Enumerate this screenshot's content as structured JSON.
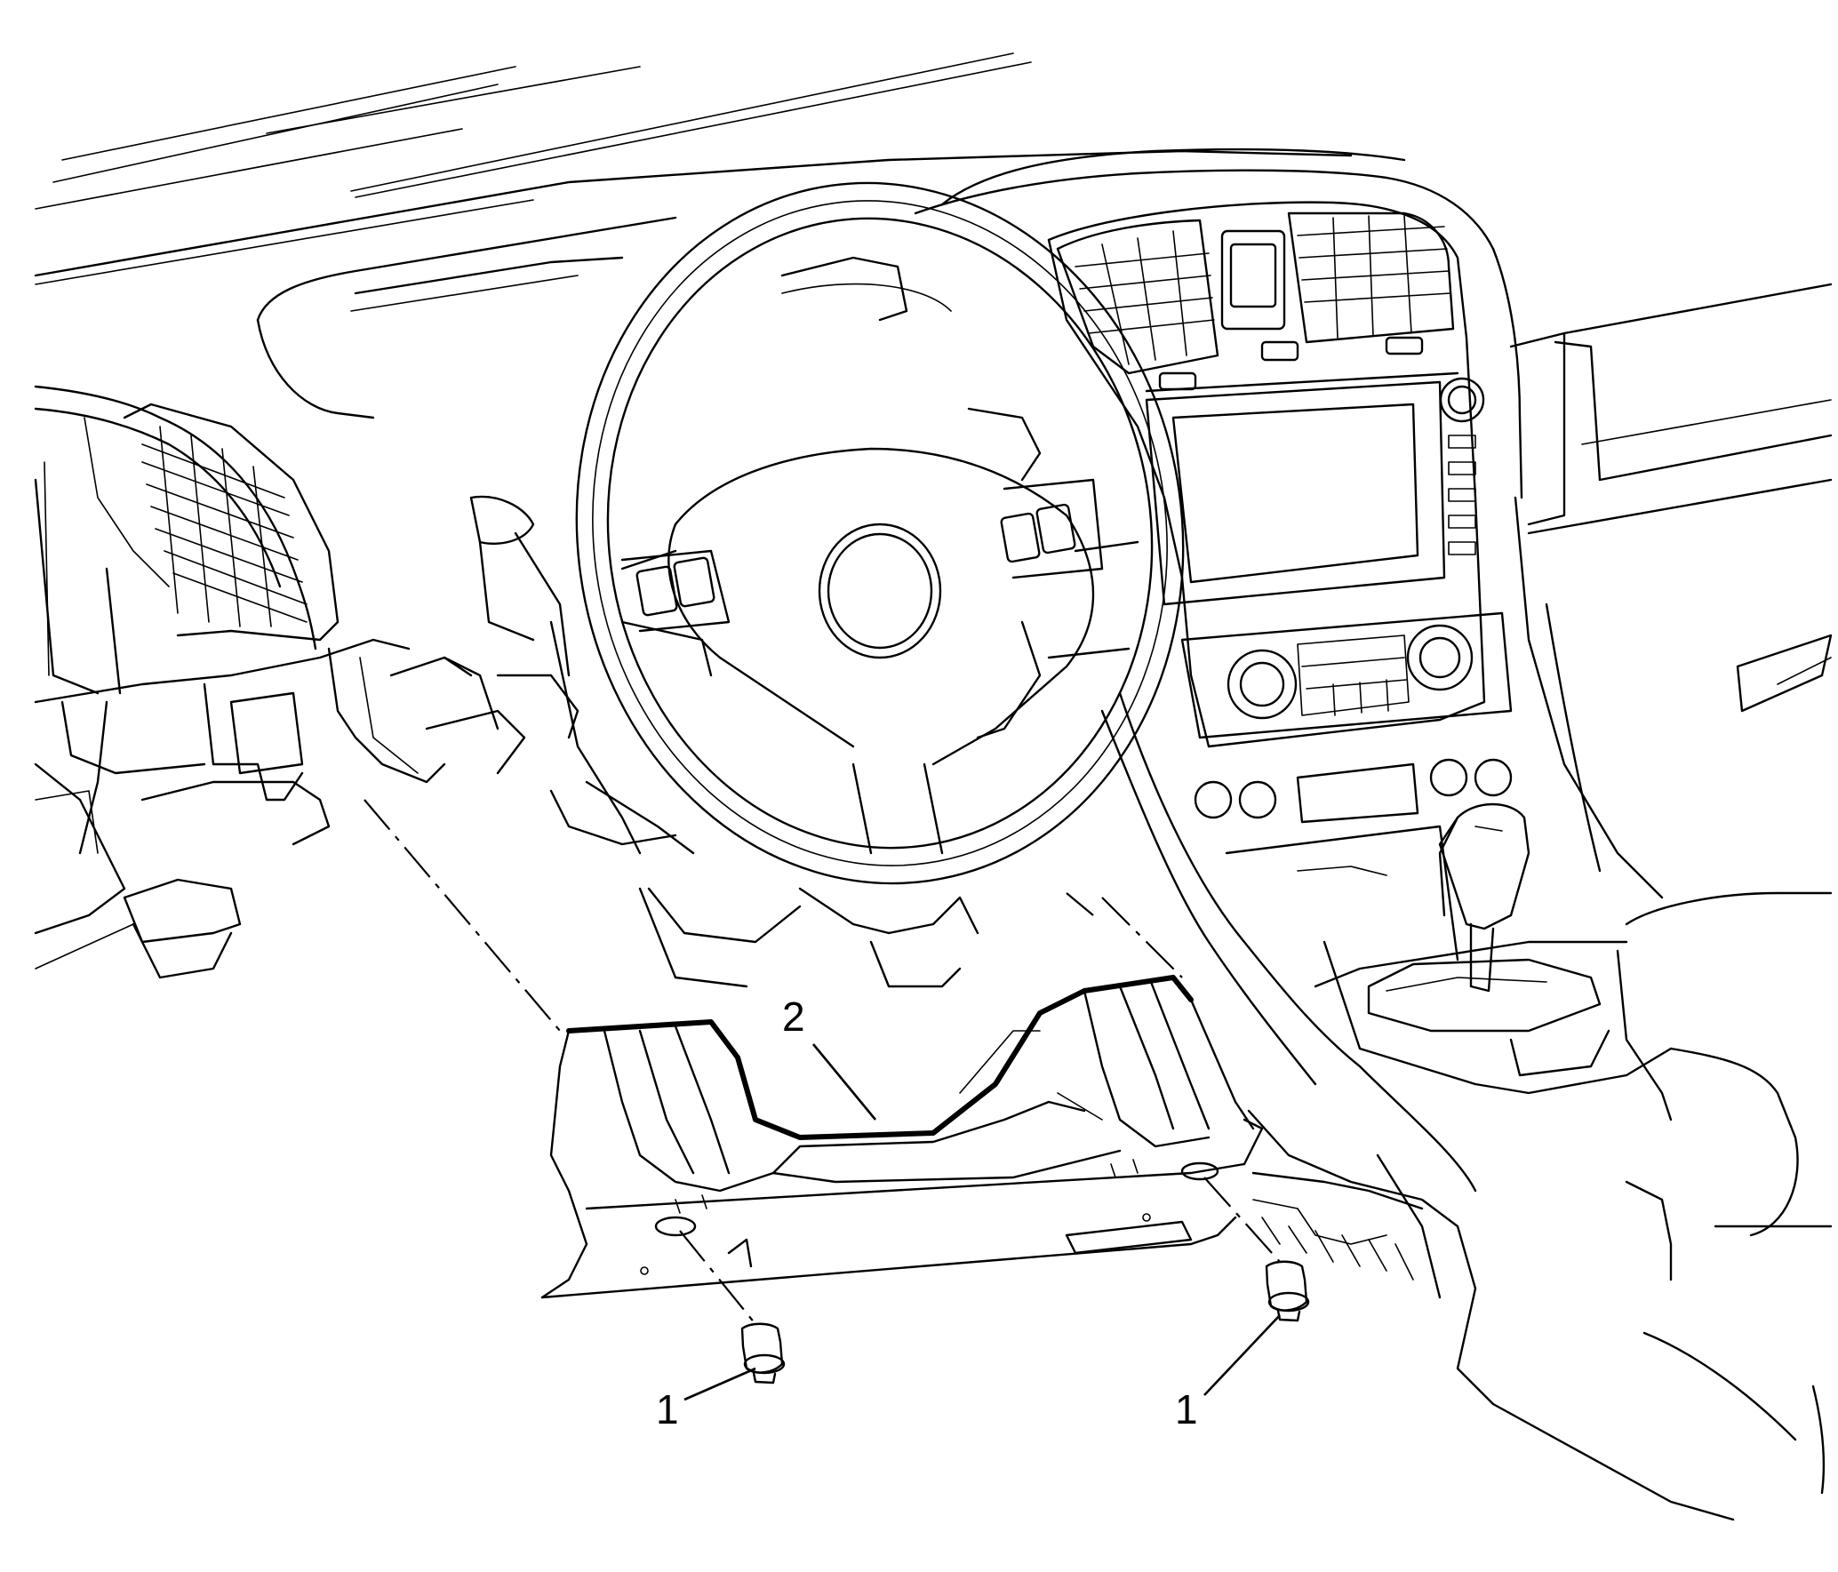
{
  "callouts": {
    "fastener_left": "1",
    "fastener_right": "1",
    "panel": "2"
  }
}
